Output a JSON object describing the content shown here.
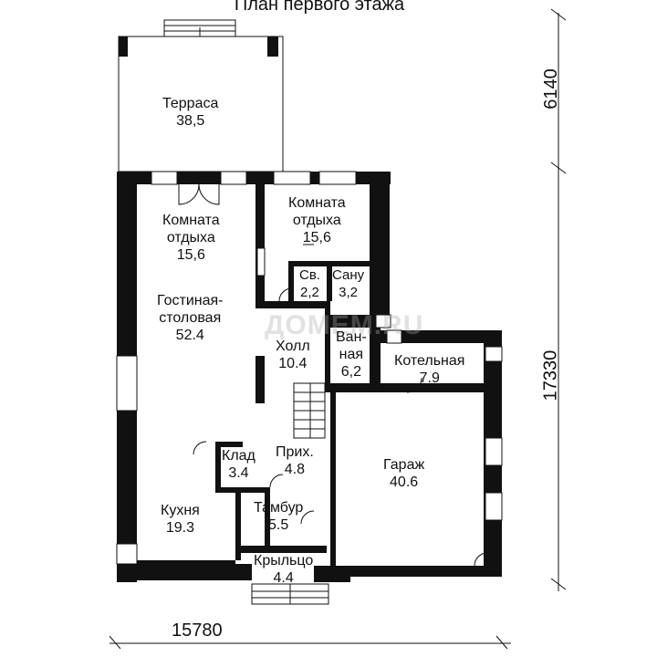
{
  "title": "План первого этажа",
  "watermark": "ДОМЕМ.RU",
  "dimensions": {
    "width_total": "15780",
    "height_terrace": "6140",
    "height_main": "17330"
  },
  "rooms": {
    "terrace": {
      "name": "Терраса",
      "area": "38,5"
    },
    "rest1": {
      "name1": "Комната",
      "name2": "отдыха",
      "area": "15,6"
    },
    "rest2": {
      "name1": "Комната",
      "name2": "отдыха",
      "area": "15,6"
    },
    "wc": {
      "name": "Св.",
      "area": "2,2"
    },
    "bath_small": {
      "name": "Сану",
      "area": "3,2"
    },
    "living": {
      "name1": "Гостиная-",
      "name2": "столовая",
      "area": "52.4"
    },
    "hall": {
      "name": "Холл",
      "area": "10.4"
    },
    "bathroom": {
      "name1": "Ван-",
      "name2": "ная",
      "area": "6,2"
    },
    "boiler": {
      "name": "Котельная",
      "area": "7.9"
    },
    "storage": {
      "name": "Клад",
      "area": "3.4"
    },
    "entry": {
      "name": "Прих.",
      "area": "4.8"
    },
    "garage": {
      "name": "Гараж",
      "area": "40.6"
    },
    "kitchen": {
      "name": "Кухня",
      "area": "19.3"
    },
    "vestibule": {
      "name": "Тамбур",
      "area": "5.5"
    },
    "porch": {
      "name": "Крыльцо",
      "area": "4.4"
    }
  }
}
